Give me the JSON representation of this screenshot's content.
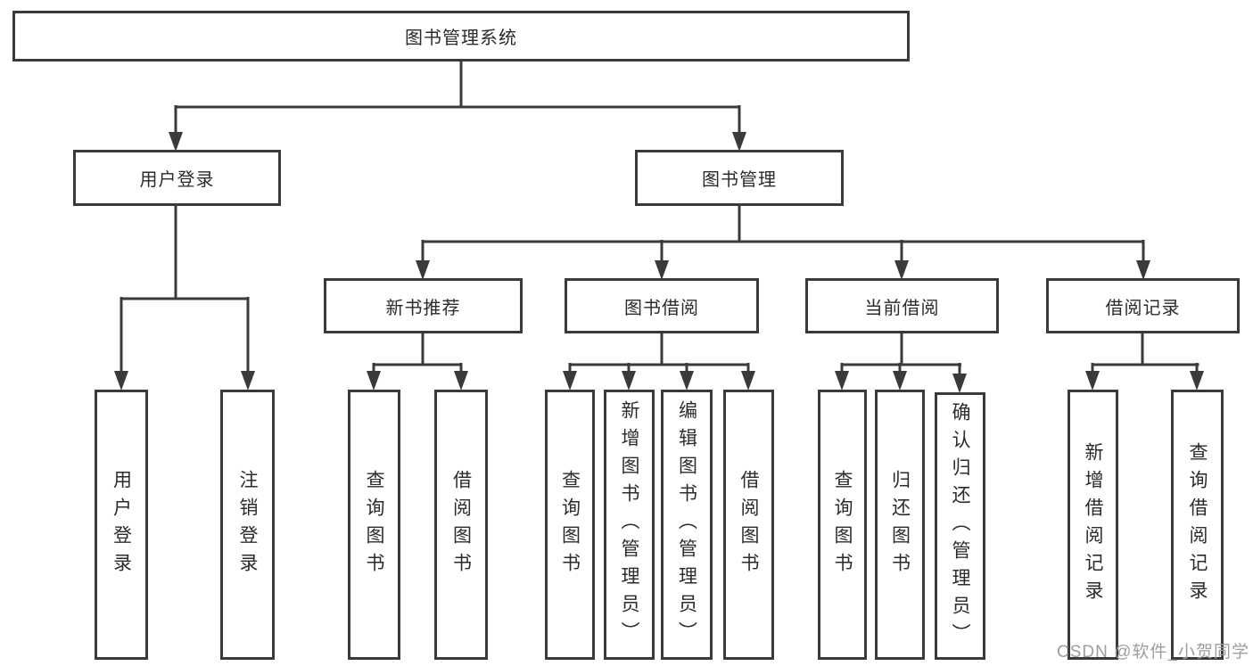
{
  "diagram_title": "图书管理系统",
  "nodes": {
    "root": "图书管理系统",
    "userLogin": "用户登录",
    "bookMgmt": "图书管理",
    "newBookRec": "新书推荐",
    "bookBorrow": "图书借阅",
    "currentBorrow": "当前借阅",
    "borrowRecord": "借阅记录",
    "leafUserLogin": "用户登录",
    "leafLogout": "注销登录",
    "leafQueryBook1": "查询图书",
    "leafBorrowBook1": "借阅图书",
    "leafQueryBook2": "查询图书",
    "leafAddBook": "新增图书（管理员）",
    "leafEditBook": "编辑图书（管理员）",
    "leafBorrowBook2": "借阅图书",
    "leafQueryBook3": "查询图书",
    "leafReturnBook": "归还图书",
    "leafConfirmReturn": "确认归还（管理员）",
    "leafAddRecord": "新增借阅记录",
    "leafQueryRecord": "查询借阅记录"
  },
  "hierarchy": {
    "图书管理系统": {
      "用户登录": [
        "用户登录",
        "注销登录"
      ],
      "图书管理": {
        "新书推荐": [
          "查询图书",
          "借阅图书"
        ],
        "图书借阅": [
          "查询图书",
          "新增图书（管理员）",
          "编辑图书（管理员）",
          "借阅图书"
        ],
        "当前借阅": [
          "查询图书",
          "归还图书",
          "确认归还（管理员）"
        ],
        "借阅记录": [
          "新增借阅记录",
          "查询借阅记录"
        ]
      }
    }
  },
  "watermark": "CSDN @软件_小贺同学",
  "colors": {
    "line": "#3a3a3a",
    "text": "#2b2b2b",
    "watermark": "#9e9e9e",
    "background": "#ffffff"
  }
}
